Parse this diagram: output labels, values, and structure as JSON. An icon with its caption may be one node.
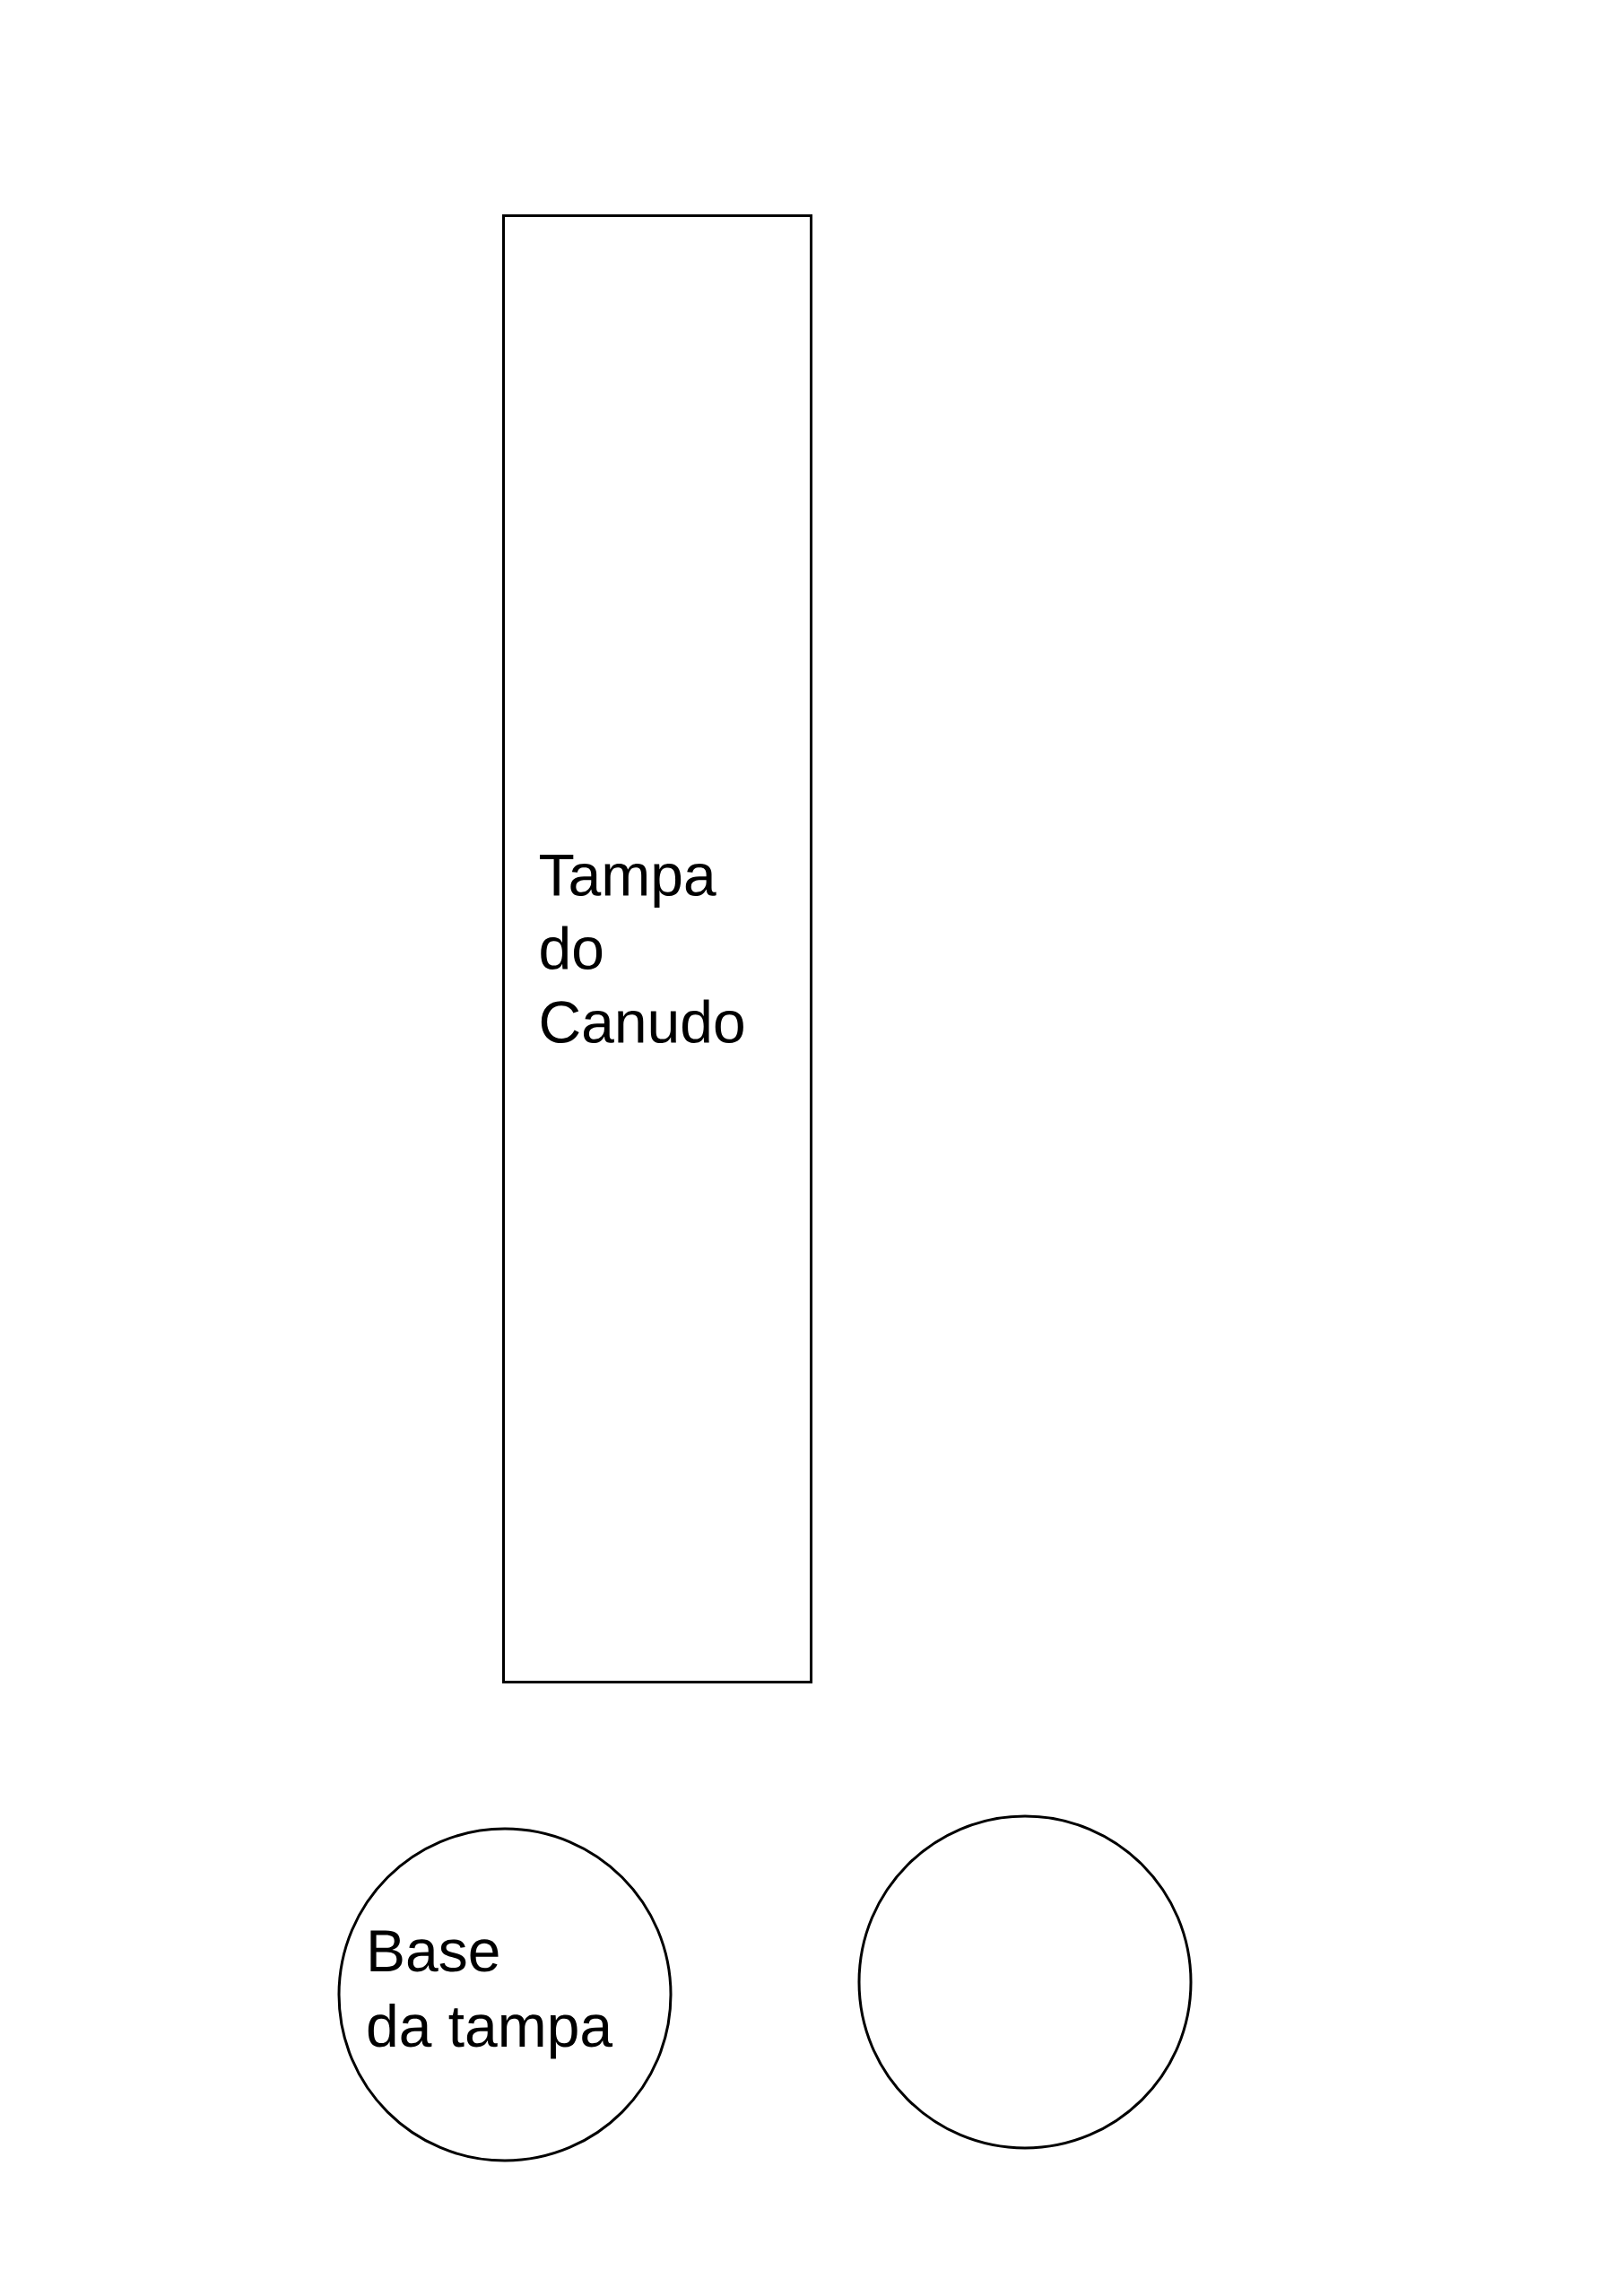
{
  "diagram": {
    "nodes": [
      {
        "text": [
          "Tampa do Canudo"
        ]
      },
      {
        "text": [
          "Base da tampa"
        ]
      },
      {
        "text": [],
        "shape": "circle"
      }
    ]
  }
}
